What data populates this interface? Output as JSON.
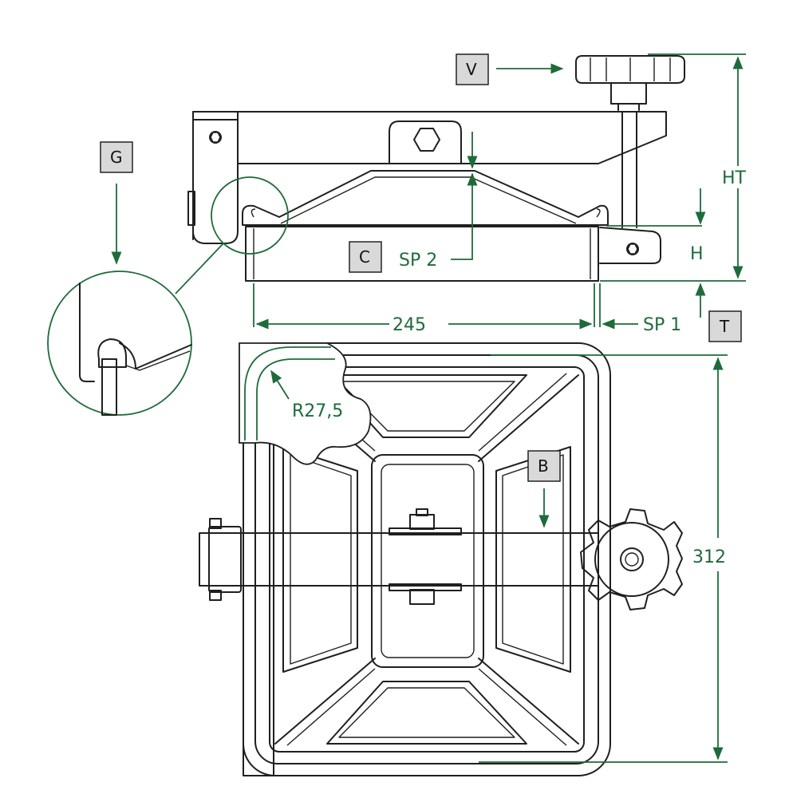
{
  "colors": {
    "dimension": "#1e6b3a",
    "outline": "#1f1f1f",
    "tag_fill": "#d9d9d9"
  },
  "tags": {
    "v": "V",
    "g": "G",
    "c": "C",
    "t": "T",
    "b": "B"
  },
  "dimensions": {
    "ht": "HT",
    "h": "H",
    "sp2": "SP 2",
    "width": "245",
    "sp1": "SP 1",
    "length": "312",
    "radius": "R27,5"
  }
}
